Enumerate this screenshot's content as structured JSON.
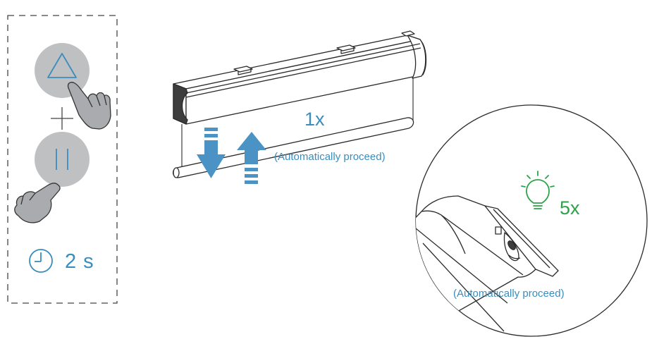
{
  "instructions": {
    "step_count": "1x",
    "auto_proceed_1": "(Automatically proceed)",
    "auto_proceed_2": "(Automatically proceed)",
    "hold_time": "2 s",
    "led_blinks": "5x"
  },
  "icons": {
    "up_button": "triangle-up-icon",
    "pause_button": "pause-icon",
    "combine": "plus-icon",
    "timer": "clock-icon",
    "light": "lightbulb-icon",
    "pointing_hand": "hand-pointer-icon",
    "motion_down": "arrow-down-icon",
    "motion_up": "arrow-up-icon"
  },
  "colors": {
    "accent_blue": "#3a8dbd",
    "arrow_blue": "#4b93c4",
    "led_green": "#2ca34a",
    "button_gray": "#bfc0c2",
    "outline": "#333333"
  }
}
